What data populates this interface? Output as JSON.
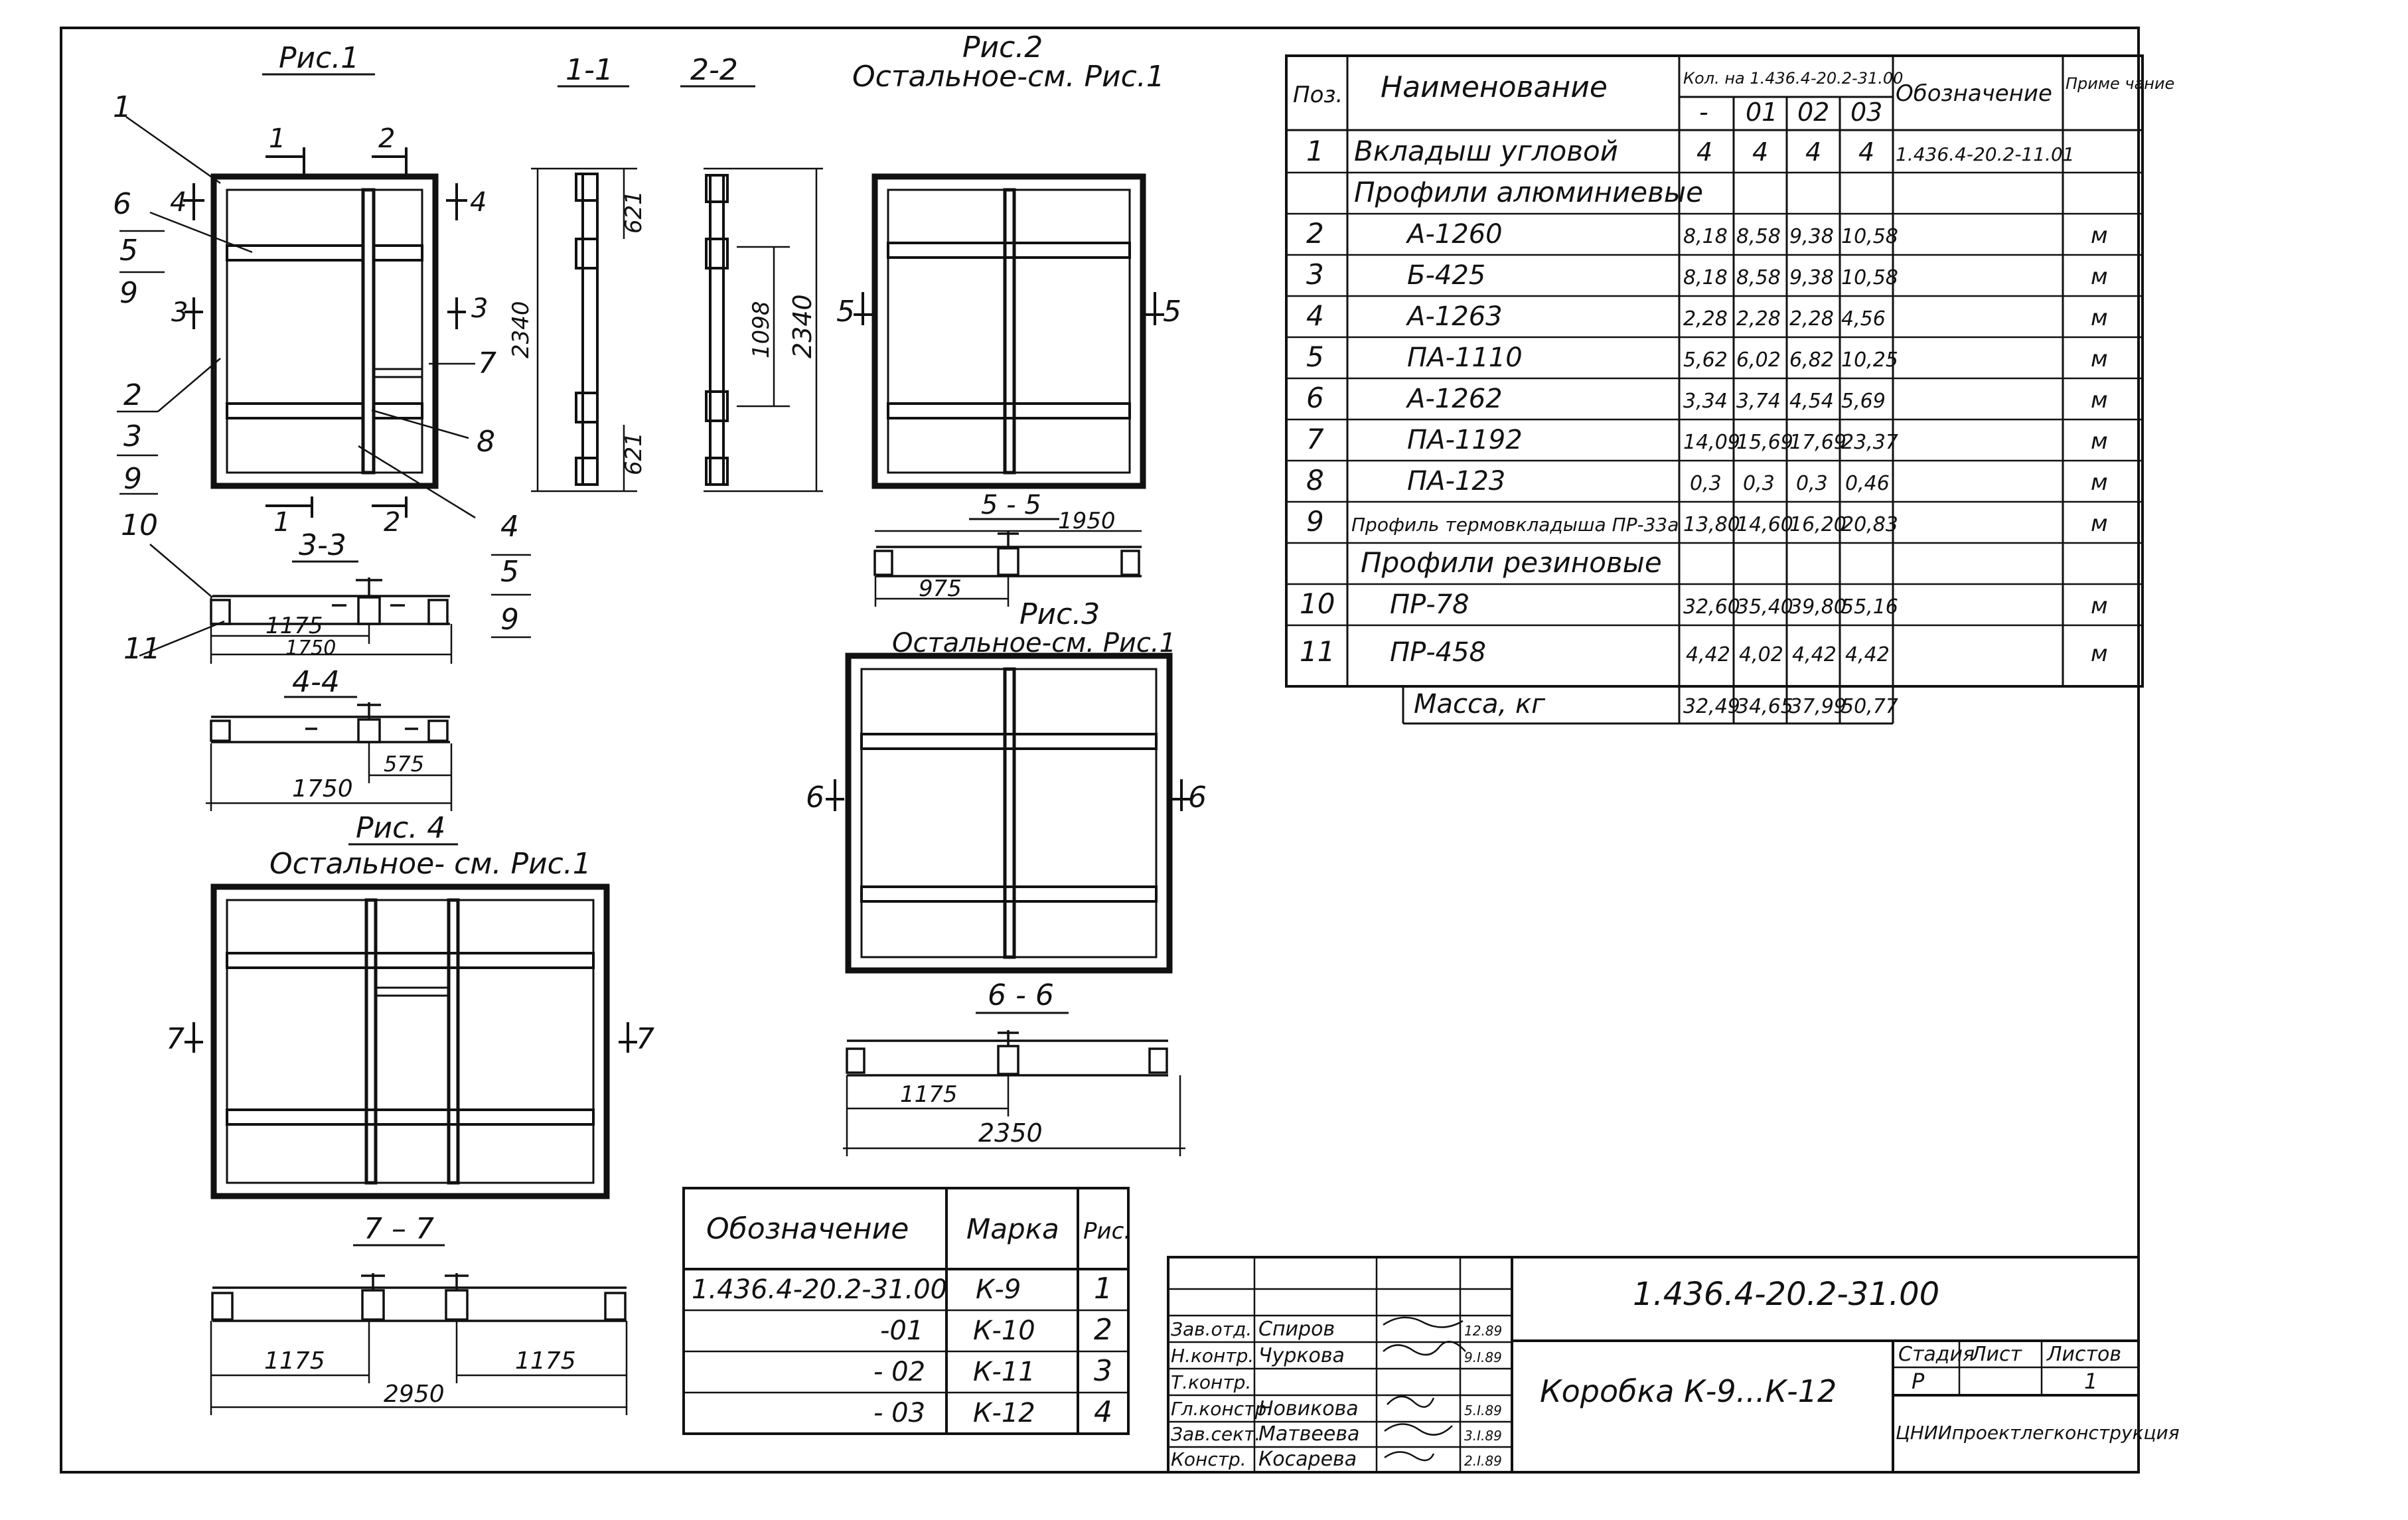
{
  "figures": {
    "fig1": {
      "title": "Рис.1"
    },
    "fig2": {
      "title": "Рис.2",
      "note": "Остальное-см. Рис.1"
    },
    "fig3": {
      "title": "Рис.3",
      "note": "Остальное-см. Рис.1"
    },
    "fig4": {
      "title": "Рис. 4",
      "note": "Остальное- см.  Рис.1"
    }
  },
  "callouts": {
    "left_1": "1",
    "left_6": "6",
    "left_5": "5",
    "left_9": "9",
    "left_2": "2",
    "left_3": "3",
    "left_9b": "9",
    "left_10": "10",
    "left_11": "11",
    "right_7": "7",
    "right_8": "8",
    "right_4": "4",
    "right_5": "5",
    "right_9": "9"
  },
  "section_marks": {
    "s1": "1",
    "s2": "2",
    "s3": "3",
    "s4": "4",
    "s5": "5",
    "s6": "6",
    "s7": "7"
  },
  "sections": {
    "s11": "1-1",
    "s22": "2-2",
    "s33": "3-3",
    "s44": "4-4",
    "s55": "5 - 5",
    "s66": "6 - 6",
    "s77": "7 – 7"
  },
  "dimensions": {
    "h2340a": "2340",
    "h621a": "621",
    "h621b": "621",
    "h2340b": "2340",
    "h1098": "1098",
    "d1175a": "1175",
    "d1750a": "1750",
    "d575": "575",
    "d1750b": "1750",
    "d1950": "1950",
    "d975": "975",
    "d1175b": "1175",
    "d2350": "2350",
    "d1175c": "1175",
    "d1175d": "1175",
    "d2950": "2950"
  },
  "spec_table": {
    "headers": {
      "pos": "Поз.",
      "name": "Наименование",
      "qty_group": "Кол. на 1.436.4-20.2-31.00",
      "q0": "-",
      "q1": "01",
      "q2": "02",
      "q3": "03",
      "designation": "Обозначение",
      "note": "Приме чание"
    },
    "rows": [
      {
        "pos": "1",
        "name": "Вкладыш угловой",
        "q0": "4",
        "q1": "4",
        "q2": "4",
        "q3": "4",
        "designation": "1.436.4-20.2-11.01",
        "note": ""
      },
      {
        "pos": "",
        "name": "Профили алюминиевые",
        "q0": "",
        "q1": "",
        "q2": "",
        "q3": "",
        "designation": "",
        "note": ""
      },
      {
        "pos": "2",
        "name": "А-1260",
        "q0": "8,18",
        "q1": "8,58",
        "q2": "9,38",
        "q3": "10,58",
        "designation": "",
        "note": "м"
      },
      {
        "pos": "3",
        "name": "Б-425",
        "q0": "8,18",
        "q1": "8,58",
        "q2": "9,38",
        "q3": "10,58",
        "designation": "",
        "note": "м"
      },
      {
        "pos": "4",
        "name": "А-1263",
        "q0": "2,28",
        "q1": "2,28",
        "q2": "2,28",
        "q3": "4,56",
        "designation": "",
        "note": "м"
      },
      {
        "pos": "5",
        "name": "ПА-1110",
        "q0": "5,62",
        "q1": "6,02",
        "q2": "6,82",
        "q3": "10,25",
        "designation": "",
        "note": "м"
      },
      {
        "pos": "6",
        "name": "А-1262",
        "q0": "3,34",
        "q1": "3,74",
        "q2": "4,54",
        "q3": "5,69",
        "designation": "",
        "note": "м"
      },
      {
        "pos": "7",
        "name": "ПА-1192",
        "q0": "14,09",
        "q1": "15,69",
        "q2": "17,69",
        "q3": "23,37",
        "designation": "",
        "note": "м"
      },
      {
        "pos": "8",
        "name": "ПА-123",
        "q0": "0,3",
        "q1": "0,3",
        "q2": "0,3",
        "q3": "0,46",
        "designation": "",
        "note": "м"
      },
      {
        "pos": "9",
        "name": "Профиль термовкладыша ПР-33а",
        "q0": "13,80",
        "q1": "14,60",
        "q2": "16,20",
        "q3": "20,83",
        "designation": "",
        "note": "м"
      },
      {
        "pos": "",
        "name": "Профили резиновые",
        "q0": "",
        "q1": "",
        "q2": "",
        "q3": "",
        "designation": "",
        "note": ""
      },
      {
        "pos": "10",
        "name": "ПР-78",
        "q0": "32,60",
        "q1": "35,40",
        "q2": "39,80",
        "q3": "55,16",
        "designation": "",
        "note": "м"
      },
      {
        "pos": "11",
        "name": "ПР-458",
        "q0": "4,42",
        "q1": "4,02",
        "q2": "4,42",
        "q3": "4,42",
        "designation": "",
        "note": "м"
      }
    ],
    "mass": {
      "label": "Масса, кг",
      "q0": "32,49",
      "q1": "34,65",
      "q2": "37,99",
      "q3": "50,77"
    }
  },
  "marks_table": {
    "headers": {
      "designation": "Обозначение",
      "mark": "Марка",
      "fig": "Рис."
    },
    "rows": [
      {
        "designation": "1.436.4-20.2-31.00",
        "mark": "К-9",
        "fig": "1"
      },
      {
        "designation": "-01",
        "mark": "К-10",
        "fig": "2"
      },
      {
        "designation": "- 02",
        "mark": "К-11",
        "fig": "3"
      },
      {
        "designation": "- 03",
        "mark": "К-12",
        "fig": "4"
      }
    ]
  },
  "title_block": {
    "doc_number": "1.436.4-20.2-31.00",
    "title": "Коробка К-9...К-12",
    "stage_label": "Стадия",
    "stage": "Р",
    "sheet_label": "Лист",
    "sheet": "",
    "sheets_label": "Листов",
    "sheets": "1",
    "org": "ЦНИИпроектлегконструкция",
    "roles": [
      {
        "role": "Зав.отд.",
        "name": "Спиров",
        "date": "12.89"
      },
      {
        "role": "Н.контр.",
        "name": "Чуркова",
        "date": "9.I.89"
      },
      {
        "role": "Т.контр.",
        "name": "",
        "date": ""
      },
      {
        "role": "Гл.констр.",
        "name": "Новикова",
        "date": "5.I.89"
      },
      {
        "role": "Зав.сект.",
        "name": "Матвеева",
        "date": "3.I.89"
      },
      {
        "role": "Констр.",
        "name": "Косарева",
        "date": "2.I.89"
      }
    ]
  }
}
